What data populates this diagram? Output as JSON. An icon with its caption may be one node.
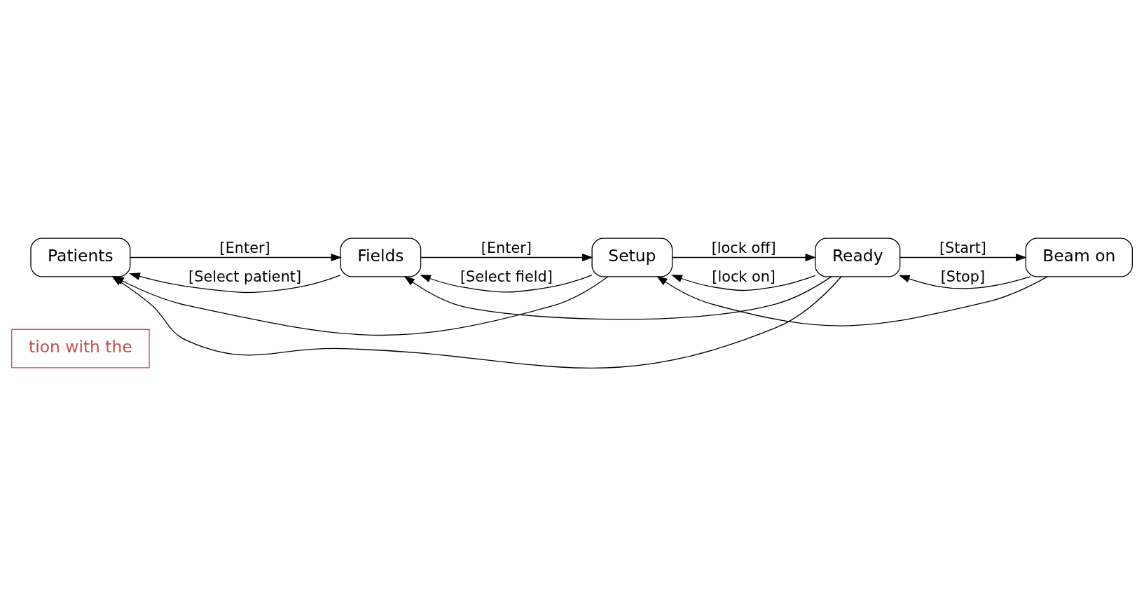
{
  "diagram": {
    "nodes": [
      {
        "text": [
          "tion with the"
        ]
      },
      {
        "text": [
          "Patients"
        ]
      },
      {
        "text": [
          "Fields"
        ]
      },
      {
        "text": [
          "Setup"
        ]
      },
      {
        "text": [
          "Ready"
        ]
      },
      {
        "text": [
          "Beam on"
        ]
      }
    ],
    "edges": [
      {
        "from": 1,
        "to": 2,
        "arrow": "to",
        "label": "[Enter]"
      },
      {
        "from": 2,
        "to": 3,
        "arrow": "to",
        "label": "[Enter]"
      },
      {
        "from": 3,
        "to": 4,
        "arrow": "to",
        "label": "[lock off]"
      },
      {
        "from": 4,
        "to": 5,
        "arrow": "to",
        "label": "[Start]"
      },
      {
        "from": 5,
        "to": 4,
        "arrow": "to",
        "label": "[Stop]"
      },
      {
        "from": 3,
        "to": 2,
        "arrow": "to",
        "label": "[Select field]"
      },
      {
        "from": 4,
        "to": 2,
        "arrow": "to"
      },
      {
        "from": 2,
        "to": 1,
        "arrow": "to",
        "label": "[Select patient]"
      },
      {
        "from": 3,
        "to": 1,
        "arrow": "to"
      },
      {
        "from": 4,
        "to": 1,
        "arrow": "to"
      },
      {
        "from": 4,
        "to": 3,
        "arrow": "to",
        "label": "[lock on]"
      },
      {
        "from": 5,
        "to": 3,
        "arrow": "to"
      }
    ]
  }
}
